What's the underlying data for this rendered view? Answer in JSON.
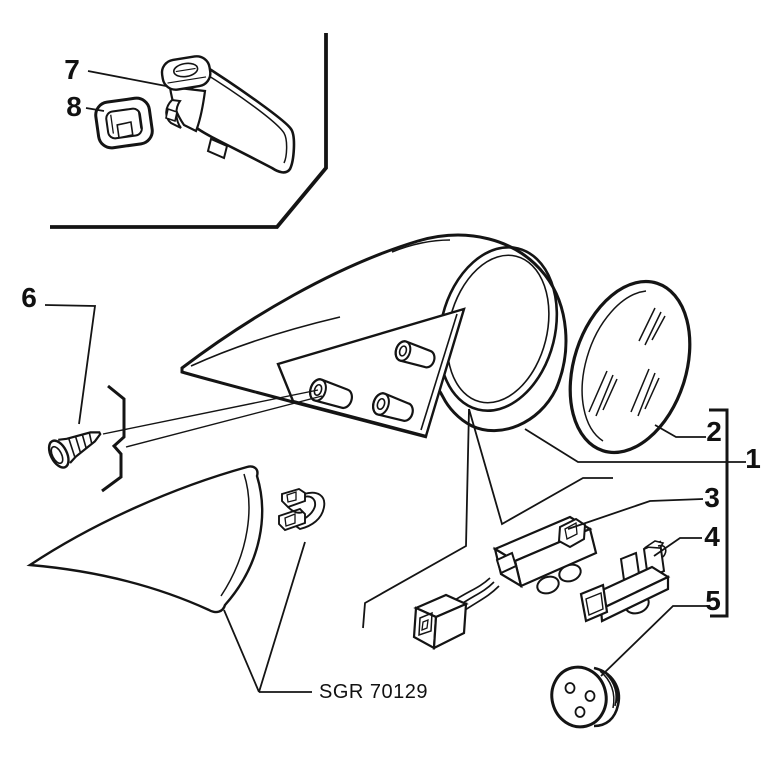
{
  "diagram": {
    "type": "exploded-parts-diagram",
    "subject": "exterior-and-interior-rear-view-mirror-assembly",
    "code_label": "SGR 70129",
    "callouts": {
      "c1": "1",
      "c2": "2",
      "c3": "3",
      "c4": "4",
      "c5": "5",
      "c6": "6",
      "c7": "7",
      "c8": "8"
    },
    "colors": {
      "line": "#141414",
      "background": "#ffffff"
    }
  }
}
